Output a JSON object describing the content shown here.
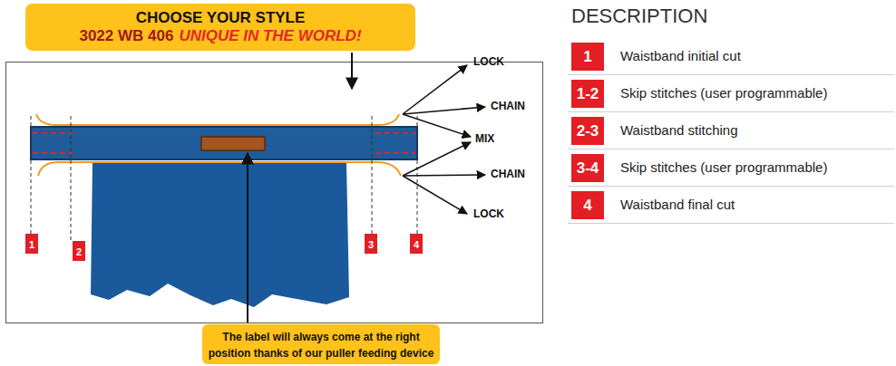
{
  "diagram": {
    "nodes": [
      {
        "text": [
          "CHOOSE YOUR STYLE",
          "3022 WB 406",
          "UNIQUE IN THE WORLD!"
        ]
      },
      {
        "text": [
          "1"
        ]
      },
      {
        "text": [
          "2"
        ]
      },
      {
        "text": [
          "3"
        ]
      },
      {
        "text": [
          "4"
        ]
      },
      {
        "text": [
          "The label will always come at the right position thanks of our puller feeding device"
        ]
      },
      {
        "text": [
          "1"
        ]
      },
      {
        "text": [
          "1-2"
        ]
      },
      {
        "text": [
          "2-3"
        ]
      },
      {
        "text": [
          "3-4"
        ]
      },
      {
        "text": [
          "4"
        ]
      }
    ],
    "labels": [
      "LOCK",
      "CHAIN",
      "MIX",
      "CHAIN",
      "LOCK",
      "DESCRIPTION",
      "Waistband initial cut",
      "Skip stitches (user programmable)",
      "Waistband stitching",
      "Skip stitches (user programmable)",
      "Waistband final cut"
    ]
  }
}
